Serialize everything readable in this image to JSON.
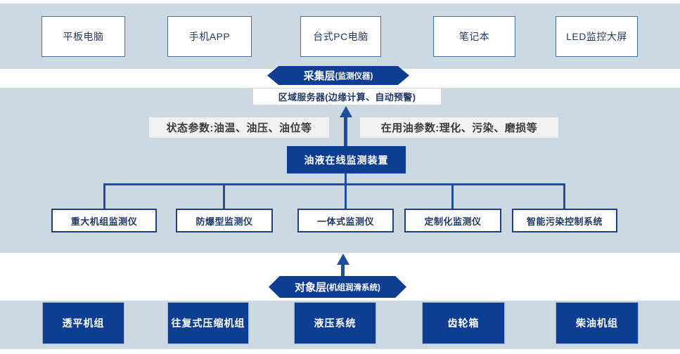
{
  "colors": {
    "band_bg": "#cdd9e2",
    "dark_blue": "#0e3e92",
    "line": "#1f4e9c",
    "border_dark": "#1f4080",
    "border_light": "#41719c",
    "navy_text": "#1f3864",
    "label_bg": "#f2f2f2",
    "label_text": "#3a3a3a"
  },
  "top_devices": [
    "平板电脑",
    "手机APP",
    "台式PC电脑",
    "笔记本",
    "LED监控大屏"
  ],
  "layers": {
    "collection": {
      "title": "采集层",
      "subtitle": "(监测仪器)"
    },
    "object": {
      "title": "对象层 ",
      "subtitle": "(机组润滑系统)"
    }
  },
  "edge_server": "区域服务器(边缘计算、自动预警)",
  "param_labels": {
    "status": "状态参数:油温、油压、油位等",
    "oil": "在用油参数:理化、污染、磨损等"
  },
  "monitor_device": "油液在线监测装置",
  "instruments": [
    "重大机组监测仪",
    "防爆型监测仪",
    "一体式监测仪",
    "定制化监测仪",
    "智能污染控制系统"
  ],
  "equipment": [
    "透平机组",
    "往复式压缩机组",
    "液压系统",
    "齿轮箱",
    "柴油机组"
  ]
}
